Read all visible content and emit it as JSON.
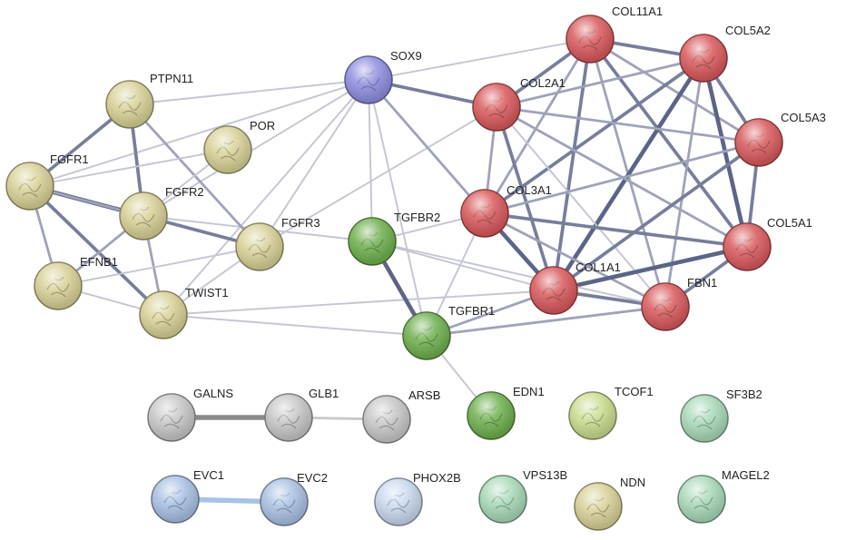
{
  "node_colors": {
    "red": "#d9595c",
    "yellow": "#d8d196",
    "purple": "#8f8ee0",
    "green": "#6fb04e",
    "lightgreen": "#c9dd8e",
    "mint": "#a8d9b8",
    "gray": "#c7c7c7",
    "blue": "#a9c1e3",
    "lightblue": "#c9d8ef"
  },
  "nodes": [
    {
      "id": "COL11A1",
      "label": "COL11A1",
      "color": "red"
    },
    {
      "id": "COL5A2",
      "label": "COL5A2",
      "color": "red"
    },
    {
      "id": "SOX9",
      "label": "SOX9",
      "color": "purple"
    },
    {
      "id": "PTPN11",
      "label": "PTPN11",
      "color": "yellow"
    },
    {
      "id": "COL2A1",
      "label": "COL2A1",
      "color": "red"
    },
    {
      "id": "COL5A3",
      "label": "COL5A3",
      "color": "red"
    },
    {
      "id": "POR",
      "label": "POR",
      "color": "yellow"
    },
    {
      "id": "FGFR1",
      "label": "FGFR1",
      "color": "yellow"
    },
    {
      "id": "FGFR2",
      "label": "FGFR2",
      "color": "yellow"
    },
    {
      "id": "COL3A1",
      "label": "COL3A1",
      "color": "red"
    },
    {
      "id": "TGFBR2",
      "label": "TGFBR2",
      "color": "green"
    },
    {
      "id": "FGFR3",
      "label": "FGFR3",
      "color": "yellow"
    },
    {
      "id": "COL5A1",
      "label": "COL5A1",
      "color": "red"
    },
    {
      "id": "EFNB1",
      "label": "EFNB1",
      "color": "yellow"
    },
    {
      "id": "COL1A1",
      "label": "COL1A1",
      "color": "red"
    },
    {
      "id": "FBN1",
      "label": "FBN1",
      "color": "red"
    },
    {
      "id": "TWIST1",
      "label": "TWIST1",
      "color": "yellow"
    },
    {
      "id": "TGFBR1",
      "label": "TGFBR1",
      "color": "green"
    },
    {
      "id": "GALNS",
      "label": "GALNS",
      "color": "gray"
    },
    {
      "id": "GLB1",
      "label": "GLB1",
      "color": "gray"
    },
    {
      "id": "ARSB",
      "label": "ARSB",
      "color": "gray"
    },
    {
      "id": "EDN1",
      "label": "EDN1",
      "color": "green"
    },
    {
      "id": "TCOF1",
      "label": "TCOF1",
      "color": "lightgreen"
    },
    {
      "id": "SF3B2",
      "label": "SF3B2",
      "color": "mint"
    },
    {
      "id": "EVC1",
      "label": "EVC1",
      "color": "blue"
    },
    {
      "id": "EVC2",
      "label": "EVC2",
      "color": "blue"
    },
    {
      "id": "PHOX2B",
      "label": "PHOX2B",
      "color": "lightblue"
    },
    {
      "id": "VPS13B",
      "label": "VPS13B",
      "color": "mint"
    },
    {
      "id": "NDN",
      "label": "NDN",
      "color": "yellow"
    },
    {
      "id": "MAGEL2",
      "label": "MAGEL2",
      "color": "mint"
    }
  ],
  "edges": [
    {
      "from": "COL11A1",
      "to": "COL5A2",
      "weight": 3
    },
    {
      "from": "COL11A1",
      "to": "COL2A1",
      "weight": 3
    },
    {
      "from": "COL11A1",
      "to": "COL5A3",
      "weight": 2
    },
    {
      "from": "COL11A1",
      "to": "COL3A1",
      "weight": 2
    },
    {
      "from": "COL11A1",
      "to": "COL1A1",
      "weight": 3
    },
    {
      "from": "COL11A1",
      "to": "COL5A1",
      "weight": 3
    },
    {
      "from": "COL11A1",
      "to": "FBN1",
      "weight": 2
    },
    {
      "from": "COL11A1",
      "to": "SOX9",
      "weight": 1
    },
    {
      "from": "COL5A2",
      "to": "COL2A1",
      "weight": 2
    },
    {
      "from": "COL5A2",
      "to": "COL5A3",
      "weight": 3
    },
    {
      "from": "COL5A2",
      "to": "COL3A1",
      "weight": 3
    },
    {
      "from": "COL5A2",
      "to": "COL1A1",
      "weight": 4
    },
    {
      "from": "COL5A2",
      "to": "COL5A1",
      "weight": 4
    },
    {
      "from": "COL5A2",
      "to": "FBN1",
      "weight": 2
    },
    {
      "from": "COL2A1",
      "to": "SOX9",
      "weight": 3
    },
    {
      "from": "COL2A1",
      "to": "COL5A3",
      "weight": 2
    },
    {
      "from": "COL2A1",
      "to": "COL3A1",
      "weight": 2
    },
    {
      "from": "COL2A1",
      "to": "COL1A1",
      "weight": 3
    },
    {
      "from": "COL2A1",
      "to": "COL5A1",
      "weight": 2
    },
    {
      "from": "COL2A1",
      "to": "FBN1",
      "weight": 1
    },
    {
      "from": "COL2A1",
      "to": "FGFR3",
      "weight": 1
    },
    {
      "from": "COL5A3",
      "to": "COL3A1",
      "weight": 2
    },
    {
      "from": "COL5A3",
      "to": "COL1A1",
      "weight": 3
    },
    {
      "from": "COL5A3",
      "to": "COL5A1",
      "weight": 3
    },
    {
      "from": "COL3A1",
      "to": "COL1A1",
      "weight": 4
    },
    {
      "from": "COL3A1",
      "to": "COL5A1",
      "weight": 3
    },
    {
      "from": "COL3A1",
      "to": "FBN1",
      "weight": 2
    },
    {
      "from": "COL3A1",
      "to": "SOX9",
      "weight": 2
    },
    {
      "from": "COL3A1",
      "to": "TGFBR2",
      "weight": 1
    },
    {
      "from": "COL3A1",
      "to": "TGFBR1",
      "weight": 1
    },
    {
      "from": "COL1A1",
      "to": "COL5A1",
      "weight": 4
    },
    {
      "from": "COL1A1",
      "to": "FBN1",
      "weight": 3
    },
    {
      "from": "COL1A1",
      "to": "TGFBR1",
      "weight": 2
    },
    {
      "from": "COL1A1",
      "to": "TGFBR2",
      "weight": 1
    },
    {
      "from": "COL1A1",
      "to": "TWIST1",
      "weight": 1
    },
    {
      "from": "COL5A1",
      "to": "FBN1",
      "weight": 3
    },
    {
      "from": "FBN1",
      "to": "TGFBR1",
      "weight": 2
    },
    {
      "from": "FBN1",
      "to": "TGFBR2",
      "weight": 1
    },
    {
      "from": "TGFBR2",
      "to": "TGFBR1",
      "weight": 4
    },
    {
      "from": "TGFBR2",
      "to": "SOX9",
      "weight": 1
    },
    {
      "from": "TGFBR2",
      "to": "FGFR2",
      "weight": 1
    },
    {
      "from": "TGFBR1",
      "to": "SOX9",
      "weight": 1
    },
    {
      "from": "TGFBR1",
      "to": "TWIST1",
      "weight": 1
    },
    {
      "from": "TGFBR1",
      "to": "EDN1",
      "weight": 1
    },
    {
      "from": "SOX9",
      "to": "FGFR1",
      "weight": 1
    },
    {
      "from": "SOX9",
      "to": "FGFR2",
      "weight": 1
    },
    {
      "from": "SOX9",
      "to": "FGFR3",
      "weight": 1
    },
    {
      "from": "SOX9",
      "to": "TWIST1",
      "weight": 1
    },
    {
      "from": "SOX9",
      "to": "PTPN11",
      "weight": 1
    },
    {
      "from": "PTPN11",
      "to": "FGFR1",
      "weight": 3
    },
    {
      "from": "PTPN11",
      "to": "FGFR2",
      "weight": 3
    },
    {
      "from": "PTPN11",
      "to": "FGFR3",
      "weight": 2
    },
    {
      "from": "POR",
      "to": "FGFR1",
      "weight": 1
    },
    {
      "from": "POR",
      "to": "FGFR2",
      "weight": 1
    },
    {
      "from": "FGFR1",
      "to": "FGFR2",
      "weight": 4
    },
    {
      "from": "FGFR1",
      "to": "FGFR3",
      "weight": 2
    },
    {
      "from": "FGFR1",
      "to": "EFNB1",
      "weight": 2
    },
    {
      "from": "FGFR1",
      "to": "TWIST1",
      "weight": 3
    },
    {
      "from": "FGFR2",
      "to": "FGFR3",
      "weight": 3
    },
    {
      "from": "FGFR2",
      "to": "EFNB1",
      "weight": 2
    },
    {
      "from": "FGFR2",
      "to": "TWIST1",
      "weight": 2
    },
    {
      "from": "FGFR3",
      "to": "TWIST1",
      "weight": 1
    },
    {
      "from": "FGFR3",
      "to": "EFNB1",
      "weight": 1
    },
    {
      "from": "EFNB1",
      "to": "TWIST1",
      "weight": 1
    },
    {
      "from": "GALNS",
      "to": "GLB1",
      "weight": 5
    },
    {
      "from": "GLB1",
      "to": "ARSB",
      "weight": 2
    },
    {
      "from": "EVC1",
      "to": "EVC2",
      "weight": 5
    }
  ]
}
